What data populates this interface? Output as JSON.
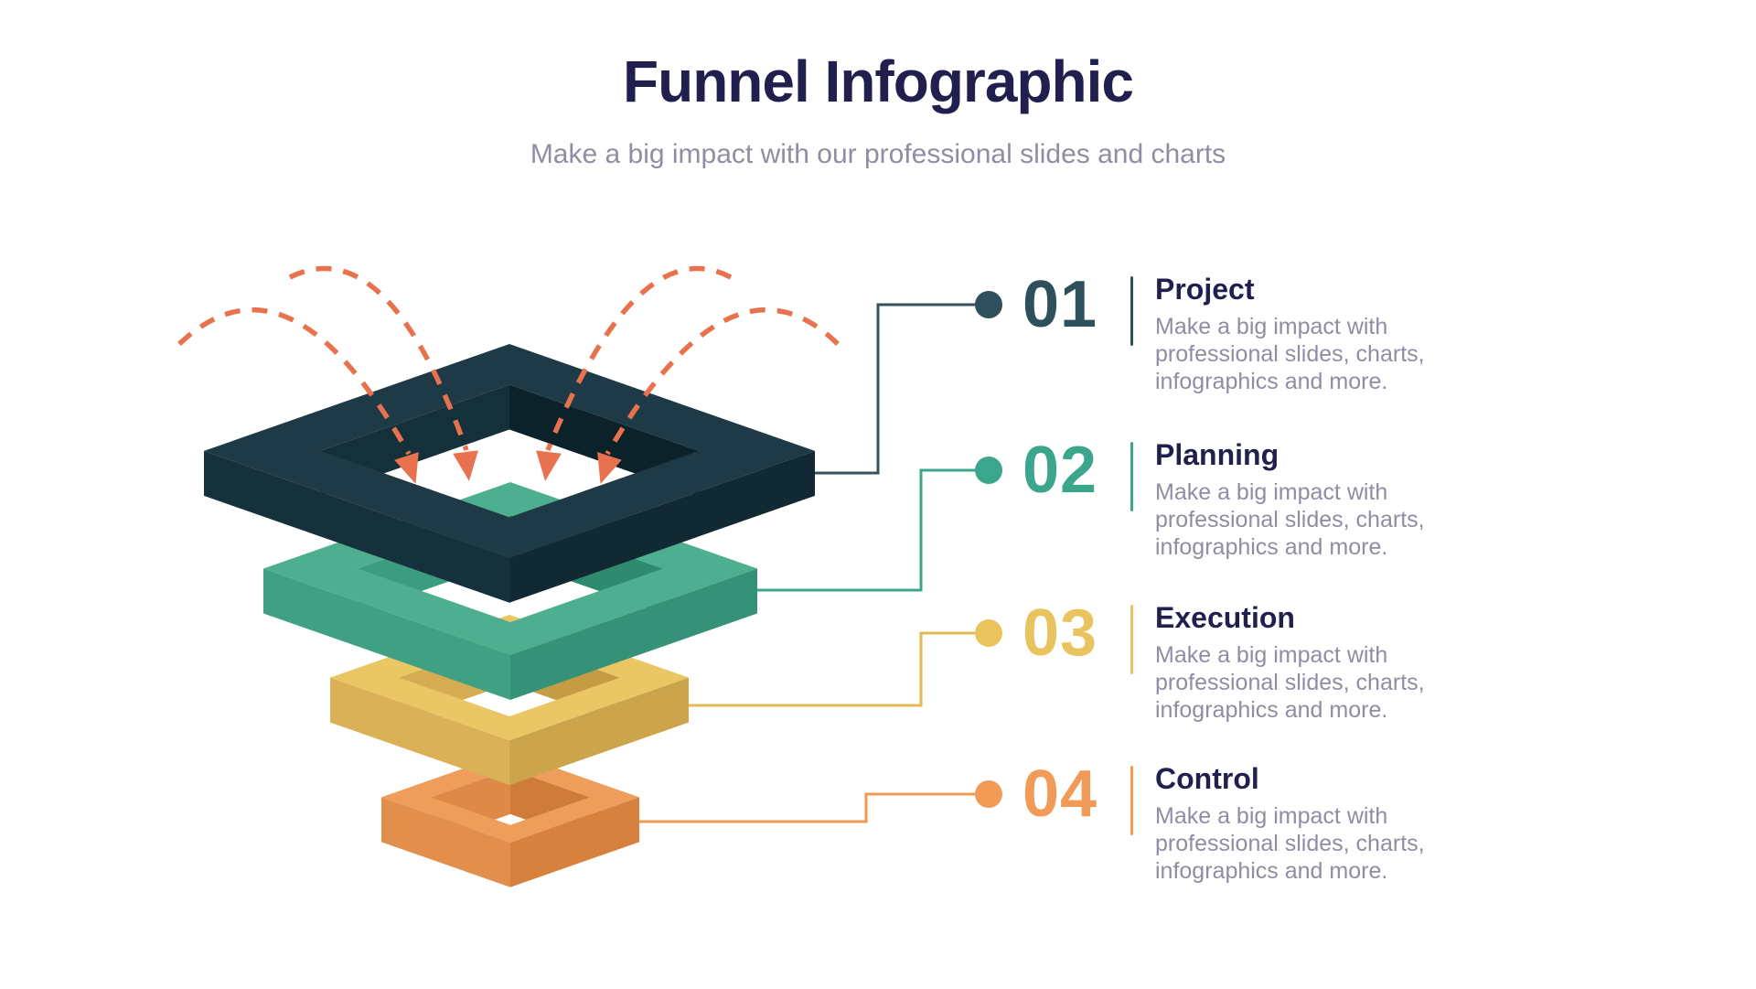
{
  "header": {
    "title": "Funnel Infographic",
    "subtitle": "Make a big impact with our professional slides and charts"
  },
  "steps": [
    {
      "number": "01",
      "label": "Project",
      "description": "Make a big impact with professional slides, charts, infographics and more.",
      "color": "#2E505D",
      "line": "#35535F"
    },
    {
      "number": "02",
      "label": "Planning",
      "description": "Make a big impact with professional slides, charts, infographics and more.",
      "color": "#3BA68B",
      "line": "#3BA68B"
    },
    {
      "number": "03",
      "label": "Execution",
      "description": "Make a big impact with professional slides, charts, infographics and more.",
      "color": "#E9C35E",
      "line": "#E2BA54"
    },
    {
      "number": "04",
      "label": "Control",
      "description": "Make a big impact with professional slides, charts, infographics and more.",
      "color": "#F19B57",
      "line": "#EF9A52"
    }
  ],
  "funnel": {
    "arrow_color": "#E8724D",
    "levels": [
      {
        "name": "level-1-project",
        "top": "#1E3A46",
        "left": "#15313C",
        "right": "#112933",
        "inner_left": "#14303A",
        "inner_right": "#0B222B"
      },
      {
        "name": "level-2-planning",
        "top": "#4DAE90",
        "left": "#3FA083",
        "right": "#359278",
        "inner_left": "#3B9C7F",
        "inner_right": "#2F8A6E"
      },
      {
        "name": "level-3-execution",
        "top": "#EAC764",
        "left": "#DAB156",
        "right": "#CCA44B",
        "inner_left": "#D5AC51",
        "inner_right": "#C59C44"
      },
      {
        "name": "level-4-control",
        "top": "#EF9D5B",
        "left": "#E28E4C",
        "right": "#D6813E",
        "inner_left": "#DE8947",
        "inner_right": "#D07C39"
      }
    ]
  },
  "text_colors": {
    "heading": "#201F4E",
    "body": "#8E8EA3"
  }
}
